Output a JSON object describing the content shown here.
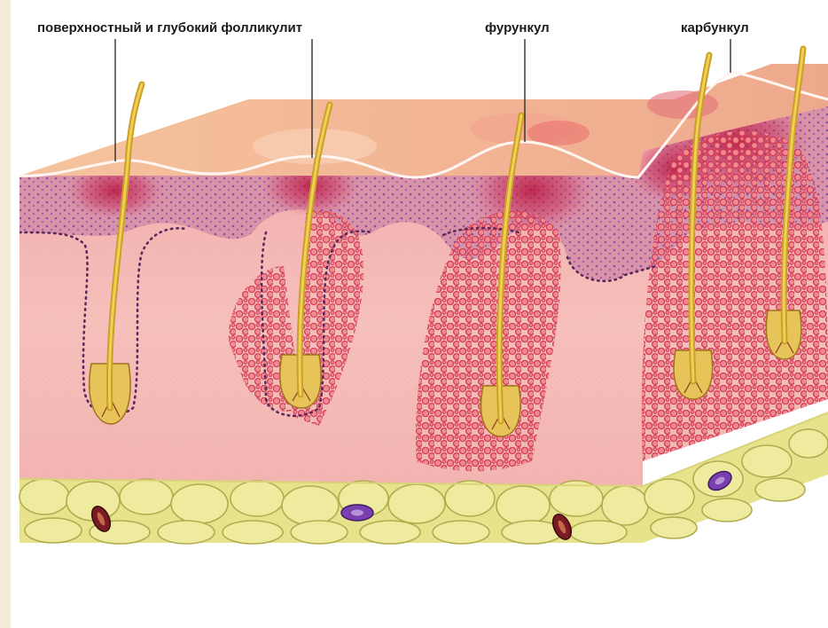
{
  "labels": {
    "superficial_deep_folliculitis": "поверхностный и  глубокий фолликулит",
    "furuncle": "фурункул",
    "carbuncle": "карбункул"
  },
  "colors": {
    "background_left_strip": "#f3ecd9",
    "skin_surface_top": "#f2b896",
    "dermis": "#f3b7b5",
    "epidermis": "#d98aa1",
    "inflammation": "#c21f4a",
    "pus_cells": "#e0506a",
    "hair": "#e1b63a",
    "fat_tissue": "#e7e28c",
    "fat_outline": "#b1ad4f",
    "vessel_dark": "#7a1a22",
    "vessel_purple": "#7a3fb0"
  }
}
